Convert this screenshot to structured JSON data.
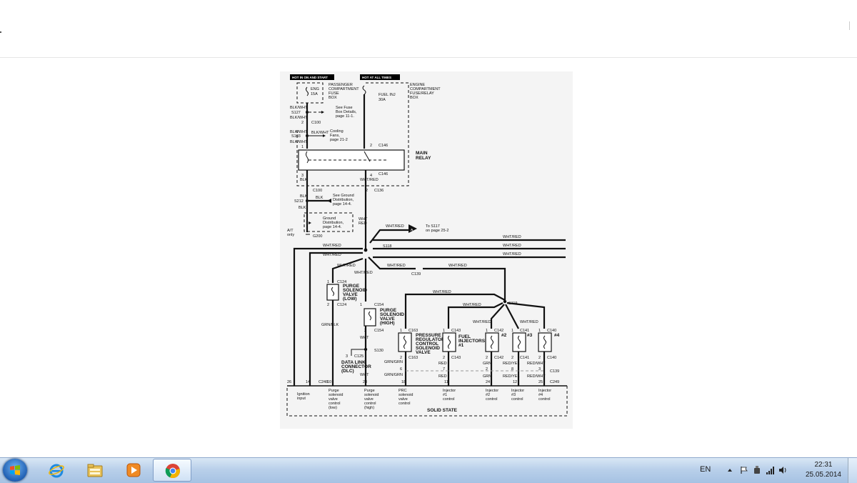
{
  "diagram": {
    "boxes": {
      "hot_run": "HOT IN ON AND START",
      "hot_all": "HOT AT ALL TIMES"
    },
    "fuses": {
      "eng": "ENG",
      "eng_amp": "15A",
      "fuel_inj": "FUEL INJ",
      "fuel_amp": "30A"
    },
    "labels": {
      "pcfb1": "PASSENGER",
      "pcfb2": "COMPARTMENT",
      "pcfb3": "FUSE",
      "pcfb4": "BOX",
      "ecfb1": "ENGINE",
      "ecfb2": "COMPARTMENT",
      "ecfb3": "FUSE/RELAY",
      "ecfb4": "BOX",
      "see_fuse1": "See Fuse",
      "see_fuse2": "Box Details,",
      "see_fuse3": "page 11-1.",
      "cooling1": "Cooling",
      "cooling2": "Fans,",
      "cooling3": "page 21-2",
      "main_relay1": "MAIN",
      "main_relay2": "RELAY",
      "gd1": "See Ground",
      "gd2": "Distribution,",
      "gd3": "page 14-4.",
      "gnd1": "Ground",
      "gnd2": "Distribution,",
      "gnd3": "page 14-4.",
      "at1": "A/T",
      "at2": "only",
      "to_s117": "To S117",
      "on_page": "on page 25-2",
      "purge_low1": "PURGE",
      "purge_low2": "SOLENOID",
      "purge_low3": "VALVE",
      "purge_low4": "(LOW)",
      "purge_high1": "PURGE",
      "purge_high2": "SOLENOID",
      "purge_high3": "VALVE",
      "purge_high4": "(HIGH)",
      "prc1": "PRESSURE",
      "prc2": "REGULATOR",
      "prc3": "CONTROL",
      "prc4": "SOLENOID",
      "prc5": "VALVE",
      "fi1": "FUEL",
      "fi2": "INJECTORS",
      "fi3": "#1",
      "dlc1": "DATA LINK",
      "dlc2": "CONNECTOR",
      "dlc3": "(DLC)",
      "inj2": "#2",
      "inj3": "#3",
      "inj4": "#4",
      "solid_state": "SOLID STATE",
      "bus_a": "A"
    },
    "connectors": {
      "s127": "S127",
      "c100": "C100",
      "s103": "S103",
      "c146": "C146",
      "c136": "C136",
      "s212": "S212",
      "g200": "G200",
      "s118": "S118",
      "c139": "C139",
      "c124": "C124",
      "c154": "C154",
      "s119": "S119",
      "c163": "C163",
      "c143": "C143",
      "c142": "C142",
      "c141": "C141",
      "c140": "C140",
      "s130": "S130",
      "c125": "C125",
      "c248": "C248",
      "c249": "C249"
    },
    "wires": {
      "blk_wht": "BLK/WHT",
      "blk": "BLK",
      "wht_red": "WHT/RED",
      "grn_blk": "GRN/BLK",
      "wht": "WHT",
      "grn_grn": "GRN/GRN",
      "red": "RED",
      "grn": "GRN",
      "red_yel": "RED/YEL",
      "red_wht": "RED/WHT"
    },
    "ecm": {
      "ignition_input1": "Ignition",
      "ignition_input2": "input",
      "purge_low_ctrl1": "Purge",
      "purge_low_ctrl2": "solenoid",
      "purge_low_ctrl3": "valve",
      "purge_low_ctrl4": "control",
      "purge_low_ctrl5": "(low)",
      "purge_high_ctrl1": "Purge",
      "purge_high_ctrl2": "solenoid",
      "purge_high_ctrl3": "valve",
      "purge_high_ctrl4": "control",
      "purge_high_ctrl5": "(high)",
      "prc_ctrl1": "PRC",
      "prc_ctrl2": "solenoid",
      "prc_ctrl3": "valve",
      "prc_ctrl4": "control",
      "inj1_ctrl1": "Injector",
      "inj1_ctrl2": "#1",
      "inj1_ctrl3": "control",
      "inj2_ctrl1": "Injector",
      "inj2_ctrl2": "#2",
      "inj2_ctrl3": "control",
      "inj3_ctrl1": "Injector",
      "inj3_ctrl2": "#3",
      "inj3_ctrl3": "control",
      "inj4_ctrl1": "Injector",
      "inj4_ctrl2": "#4",
      "inj4_ctrl3": "control"
    },
    "pins": {
      "p1": "1",
      "p2": "2",
      "p3": "3",
      "p4": "4",
      "p6": "6",
      "p7": "7",
      "p8": "8",
      "p10": "10",
      "p11": "11",
      "p12": "12",
      "p14": "14",
      "p18": "18",
      "p23": "23",
      "p24": "24",
      "p25": "25",
      "p26": "26"
    }
  },
  "taskbar": {
    "language": "EN",
    "time": "22:31",
    "date": "25.05.2014",
    "apps": [
      "windows-start",
      "internet-explorer",
      "file-explorer",
      "media-player",
      "chrome"
    ]
  }
}
